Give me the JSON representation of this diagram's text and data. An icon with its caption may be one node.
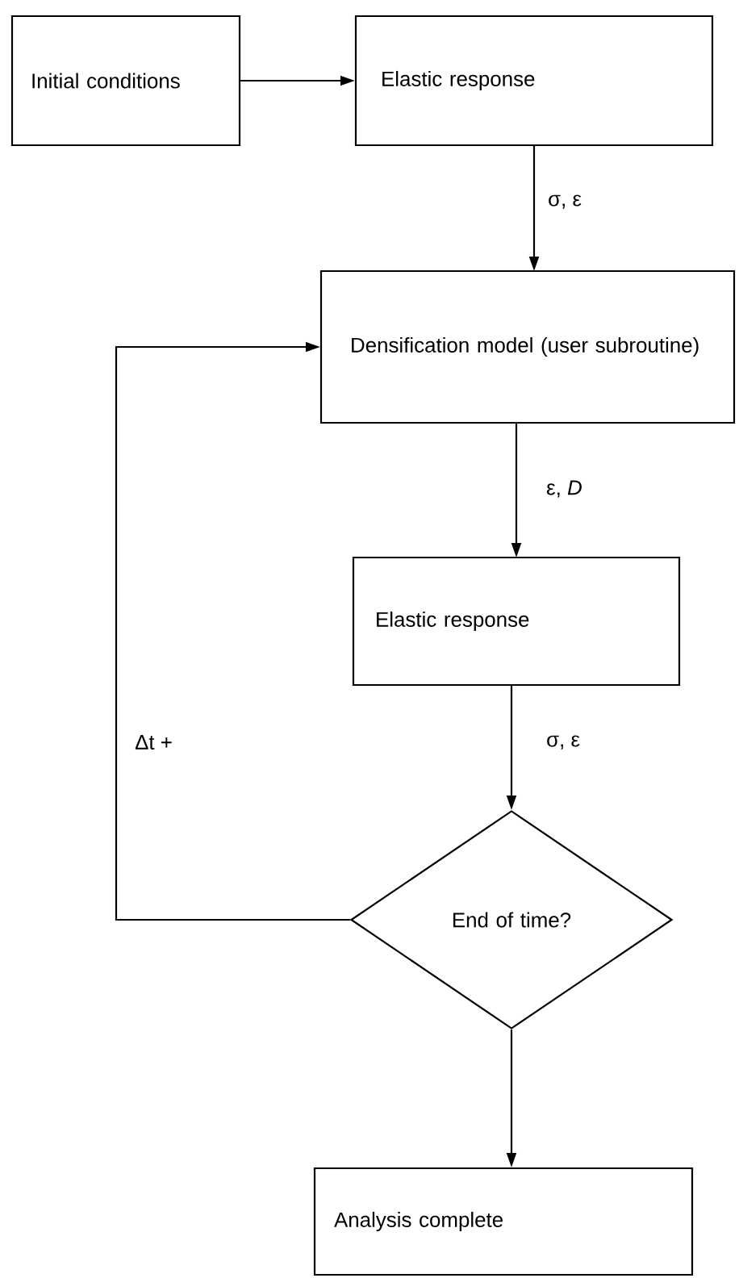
{
  "diagram": {
    "nodes": [
      {
        "text": [
          "Initial conditions"
        ]
      },
      {
        "text": [
          "Elastic response"
        ]
      },
      {
        "text": [
          "Densification model (user subroutine)"
        ]
      },
      {
        "text": [
          "Elastic response"
        ]
      },
      {
        "text": [
          "End of time?"
        ]
      },
      {
        "text": [
          "Analysis complete"
        ]
      }
    ],
    "edges": [
      {
        "from": 0,
        "to": 1,
        "arrow": "to"
      },
      {
        "from": 1,
        "to": 2,
        "arrow": "to",
        "label": "σ, ε"
      },
      {
        "from": 2,
        "to": 3,
        "arrow": "to",
        "label": "ε, *D*"
      },
      {
        "from": 3,
        "to": 4,
        "arrow": "to",
        "label": "σ, ε"
      },
      {
        "from": 4,
        "to": 2,
        "arrow": "to",
        "label": "Δt +"
      },
      {
        "from": 4,
        "to": 5,
        "arrow": "to"
      }
    ]
  }
}
